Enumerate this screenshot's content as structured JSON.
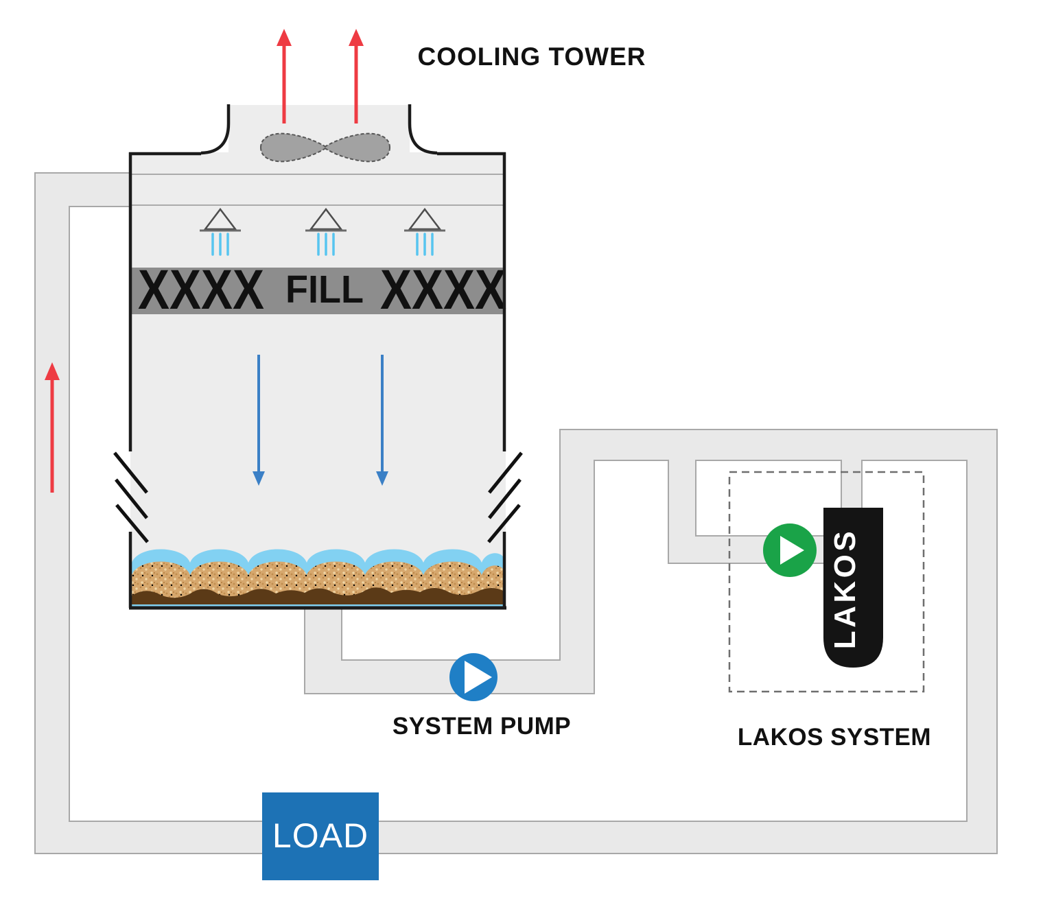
{
  "labels": {
    "cooling_tower": "COOLING TOWER",
    "system_pump": "SYSTEM PUMP",
    "lakos_system": "LAKOS SYSTEM",
    "load": "LOAD",
    "lakos_vessel": "LAKOS",
    "fill_left": "XXXX",
    "fill_word": "FILL",
    "fill_right": "XXXX"
  },
  "icons": {
    "system_pump": "play-circle-icon",
    "lakos_pump": "play-circle-icon",
    "fan": "fan-blades-icon",
    "nozzles": "spray-nozzle-icon",
    "louvers": "air-louver-hatch-icon",
    "exhaust": "up-arrow-icon",
    "falling_water": "down-arrow-icon"
  },
  "colors": {
    "pipe_fill": "#e9e9e9",
    "pipe_edge": "#a8a8a8",
    "tower_fill": "#ededed",
    "wall": "#1b1b1b",
    "fill_band": "#8d8d8d",
    "fill_text": "#111111",
    "spray_blue": "#57c5f0",
    "water_blue": "#82d1f2",
    "sand_tan": "#d6a76d",
    "sand_dot_light": "#f0d6a6",
    "sand_dot_dark": "#b9854a",
    "sludge_brown": "#5b3a17",
    "red_arrow": "#ee3b43",
    "blue_arrow": "#3b80c6",
    "pump_blue": "#1f7fc6",
    "lakos_green": "#1aa348",
    "load_blue": "#1d72b5",
    "lakos_black": "#141414",
    "dashed_border": "#6e6e6e"
  }
}
